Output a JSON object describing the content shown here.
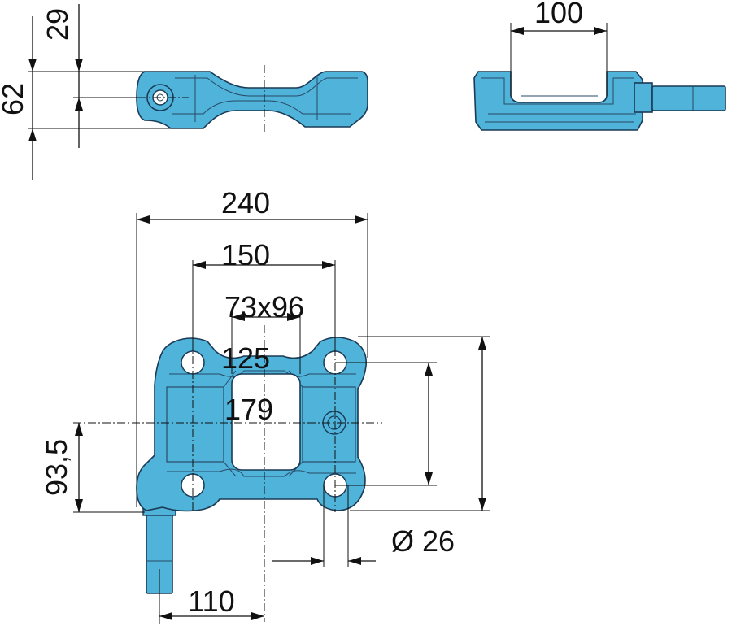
{
  "colors": {
    "part_fill": "#4fb3da",
    "part_stroke": "#1a3a55",
    "dimension_line": "#111111",
    "background": "#ffffff"
  },
  "views": {
    "side": {
      "dim_top": "29",
      "dim_height": "62"
    },
    "end": {
      "dim_width": "100"
    },
    "plan": {
      "dim_overall_width": "240",
      "dim_hole_spacing_x": "150",
      "dim_window": "73x96",
      "dim_hole_spacing_y": "125",
      "dim_overall_length": "179",
      "dim_pin_offset": "93,5",
      "dim_hole_diameter": "Ø 26",
      "dim_pin_distance": "110"
    }
  }
}
